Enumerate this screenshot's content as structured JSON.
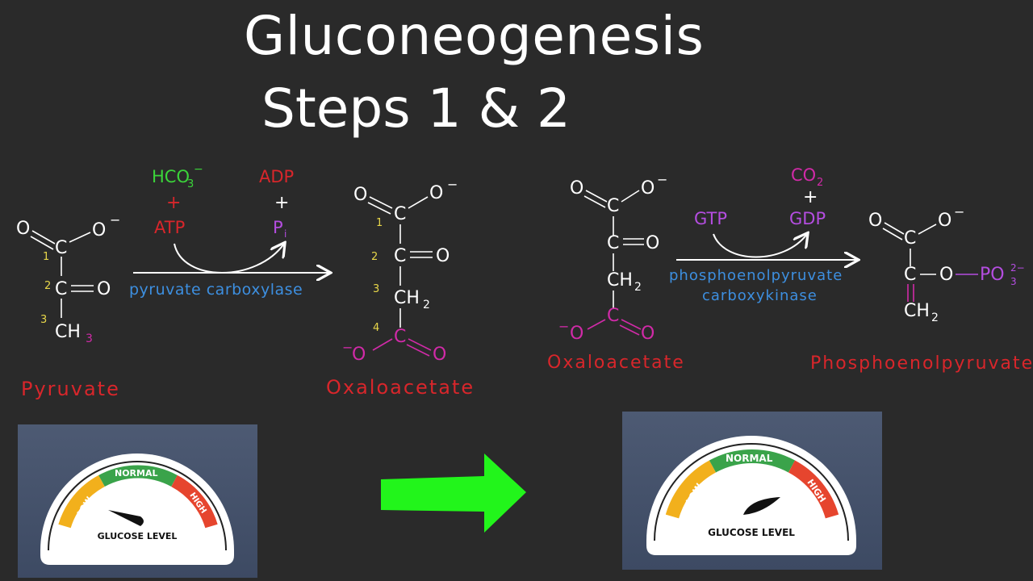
{
  "title": {
    "line1": "Gluconeogenesis",
    "line2": "Steps 1 & 2"
  },
  "reaction1": {
    "reactant_name": "Pyruvate",
    "product_name": "Oxaloacetate",
    "enzyme": "pyruvate carboxylase",
    "input1": "HCO",
    "input1_sub": "3",
    "input1_sup": "−",
    "plus_in": "+",
    "input2": "ATP",
    "output1": "ADP",
    "plus_out": "+",
    "output2": "P",
    "output2_sub": "i",
    "carbon_numbers": [
      "1",
      "2",
      "3",
      "4"
    ]
  },
  "reaction2": {
    "reactant_name": "Oxaloacetate",
    "product_name": "Phosphoenolpyruvate",
    "enzyme_line1": "phosphoenolpyruvate",
    "enzyme_line2": "carboxykinase",
    "input1": "GTP",
    "output1": "CO",
    "output1_sub": "2",
    "plus_out": "+",
    "output2": "GDP"
  },
  "atoms": {
    "C": "C",
    "O": "O",
    "O_minus": "−",
    "CH": "CH",
    "sub2": "2",
    "sub3": "3",
    "phosphate": "PO",
    "phosphate_sup": "2−",
    "phosphate_sub": "3"
  },
  "gauge_before": {
    "low": "LOW",
    "normal": "NORMAL",
    "high": "HIGH",
    "label": "GLUCOSE LEVEL",
    "needle": "low"
  },
  "gauge_after": {
    "low": "LOW",
    "normal": "NORMAL",
    "high": "HIGH",
    "label": "GLUCOSE LEVEL",
    "needle": "normal"
  },
  "colors": {
    "background": "#2a2a2a",
    "name_red": "#d8262b",
    "magenta": "#d12aa8",
    "purple": "#b44de0",
    "green": "#3bd43a",
    "blue": "#3d8fe0",
    "yellow": "#e8d74a",
    "gauge_low": "#f2b01c",
    "gauge_normal": "#3aa34a",
    "gauge_high": "#e6452e",
    "arrow_green": "#22f51b"
  }
}
